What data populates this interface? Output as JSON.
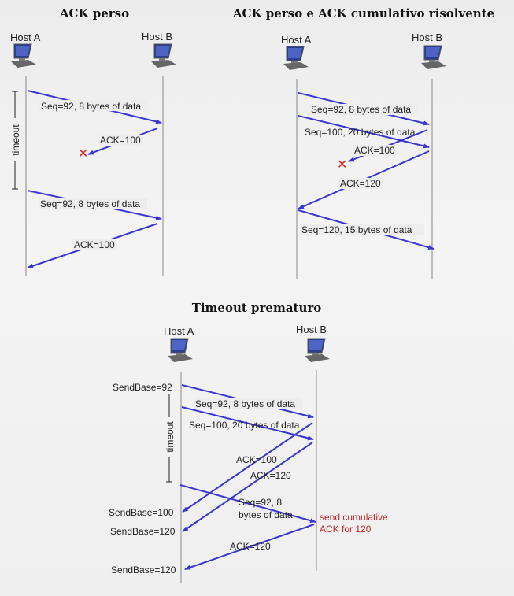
{
  "diagrams": [
    {
      "title": "ACK perso",
      "host_a": "Host A",
      "host_b": "Host B",
      "timeout": "timeout",
      "labels": [
        "Seq=92, 8 bytes of data",
        "ACK=100",
        "Seq=92, 8 bytes of data",
        "ACK=100"
      ]
    },
    {
      "title": "ACK perso e ACK cumulativo risolvente",
      "host_a": "Host A",
      "host_b": "Host B",
      "labels": [
        "Seq=92, 8 bytes of data",
        "Seq=100, 20 bytes of data",
        "ACK=100",
        "ACK=120",
        "Seq=120,  15 bytes of data"
      ]
    },
    {
      "title": "Timeout prematuro",
      "host_a": "Host A",
      "host_b": "Host B",
      "timeout": "timeout",
      "sendbase": [
        "SendBase=92",
        "SendBase=100",
        "SendBase=120",
        "SendBase=120"
      ],
      "labels": [
        "Seq=92, 8 bytes of data",
        "Seq=100, 20 bytes of data",
        "ACK=100",
        "ACK=120",
        "Seq=92,  8",
        "bytes of data",
        "ACK=120"
      ],
      "note": [
        "send cumulative",
        "ACK for 120"
      ]
    }
  ],
  "colors": {
    "arrow": "#3a35d0",
    "loss": "#e02020",
    "note": "#c0262b"
  }
}
